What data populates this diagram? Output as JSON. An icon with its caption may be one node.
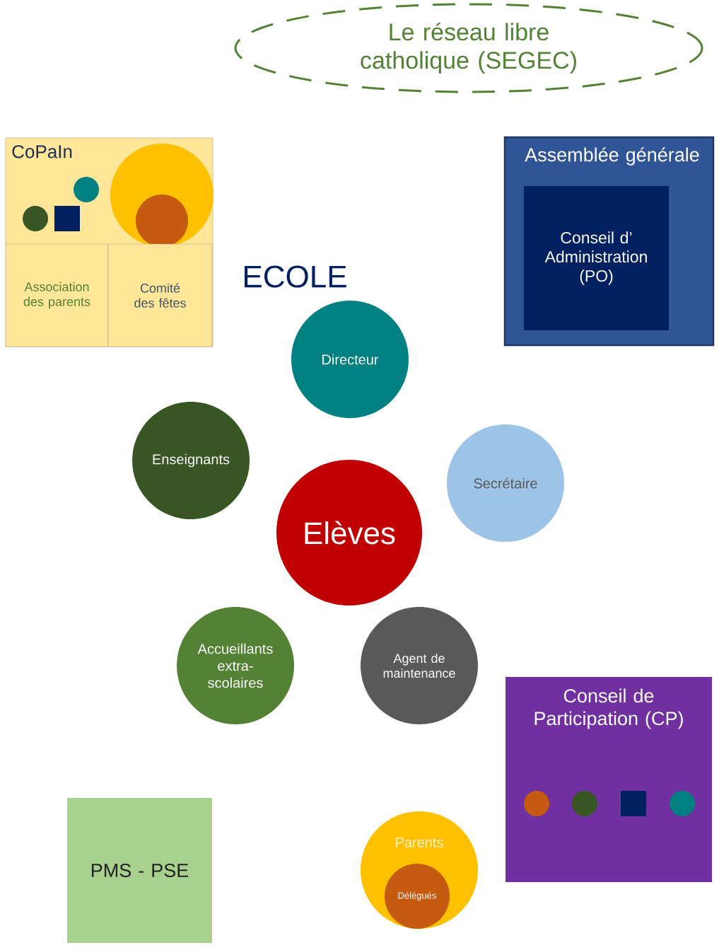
{
  "diagram": {
    "nodes": [
      {
        "text": [
          "Le réseau libre catholique (SEGEC)"
        ]
      },
      {
        "text": [
          "CoPaIn"
        ]
      },
      {
        "text": [],
        "shape": "circle",
        "in": 1
      },
      {
        "text": [],
        "shape": "box",
        "in": 1
      },
      {
        "text": [],
        "shape": "circle",
        "in": 1
      },
      {
        "text": [],
        "shape": "circle",
        "in": 1
      },
      {
        "text": [],
        "shape": "circle",
        "in": 5
      },
      {
        "text": [
          "Association des parents"
        ],
        "in": 1
      },
      {
        "text": [
          "Comité des fêtes"
        ],
        "in": 1
      },
      {
        "text": [
          "Assemblée générale"
        ]
      },
      {
        "text": [
          "Conseil d’ Administration (PO)"
        ],
        "in": 9
      },
      {
        "text": [
          "Directeur"
        ]
      },
      {
        "text": [
          "Enseignants"
        ]
      },
      {
        "text": [
          "Secrétaire"
        ]
      },
      {
        "text": [
          "Elèves"
        ]
      },
      {
        "text": [
          "Accueillants extra-scolaires"
        ]
      },
      {
        "text": [
          "Agent de maintenance"
        ]
      },
      {
        "text": [
          "Conseil de Participation (CP)"
        ]
      },
      {
        "text": [],
        "shape": "circle",
        "in": 17
      },
      {
        "text": [],
        "shape": "circle",
        "in": 17
      },
      {
        "text": [],
        "shape": "box",
        "in": 17
      },
      {
        "text": [],
        "shape": "circle",
        "in": 17
      },
      {
        "text": [
          "PMS - PSE"
        ]
      },
      {
        "text": [
          "Parents"
        ]
      },
      {
        "text": [
          "Délégués"
        ],
        "in": 23
      }
    ],
    "labels": [
      "ECOLE"
    ]
  }
}
